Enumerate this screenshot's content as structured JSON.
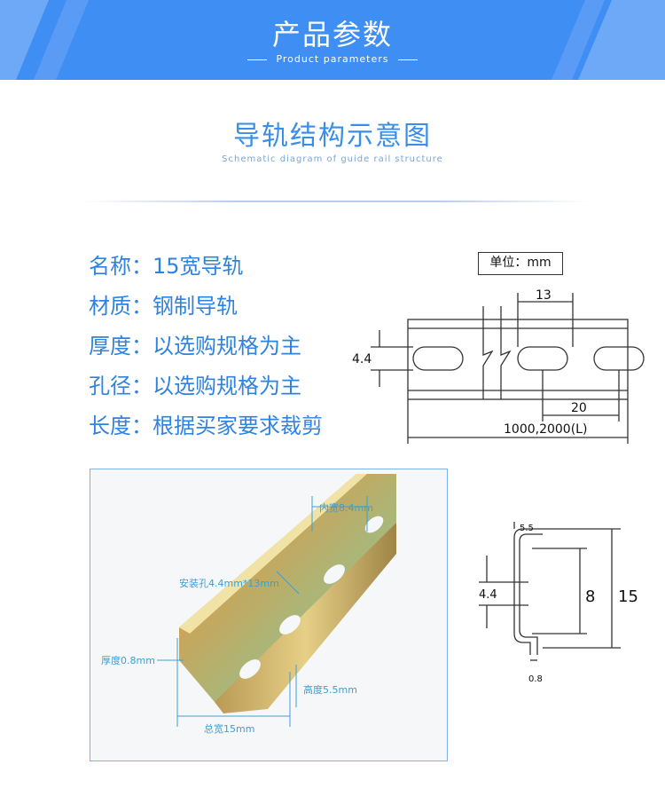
{
  "header": {
    "title": "产品参数",
    "subtitle": "Product parameters",
    "bg_color": "#3f8ef4"
  },
  "section": {
    "title": "导轨结构示意图",
    "subtitle": "Schematic diagram of guide rail structure"
  },
  "specs": [
    {
      "label": "名称",
      "sep": "：",
      "value": "15宽导轨"
    },
    {
      "label": "材质",
      "sep": "：",
      "value": "钢制导轨"
    },
    {
      "label": "厚度",
      "sep": "：",
      "value": "以选购规格为主"
    },
    {
      "label": "孔径",
      "sep": "：",
      "value": "以选购规格为主"
    },
    {
      "label": "长度",
      "sep": "：",
      "value": "根据买家要求裁剪"
    }
  ],
  "unit_label": "单位：mm",
  "top_view": {
    "dim_pitch": "13",
    "dim_height": "4.4",
    "dim_spacing": "20",
    "dim_length": "1000,2000(L)"
  },
  "photo": {
    "inner_width": "内宽8.4mm",
    "hole": "安装孔4.4mm*13mm",
    "thickness": "厚度0.8mm",
    "height": "高度5.5mm",
    "total_width": "总宽15mm"
  },
  "section_view": {
    "dim_lip": "5.5",
    "dim_hole": "4.4",
    "dim_inner": "8",
    "dim_total": "15",
    "dim_thickness": "0.8"
  },
  "colors": {
    "accent": "#2f83e0",
    "frame": "#7fb3ef"
  }
}
